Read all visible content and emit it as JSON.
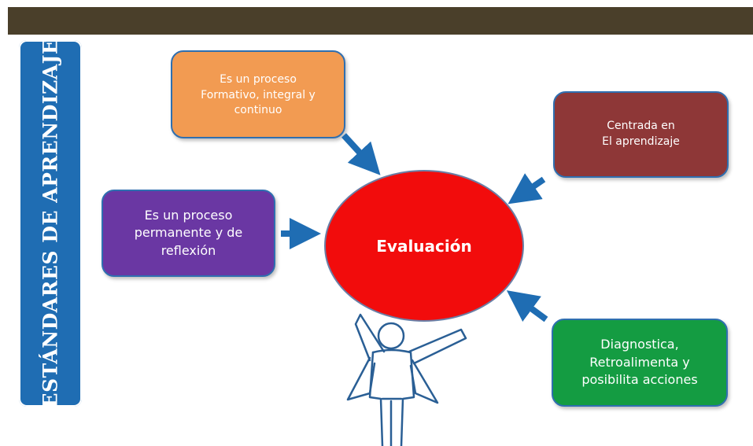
{
  "banner": {
    "title": "ESTÁNDARES DE APRENDIZAJE"
  },
  "center": {
    "label": "Evaluación"
  },
  "boxes": {
    "orange": {
      "text": "Es un proceso\nFormativo, integral   y\ncontinuo"
    },
    "red": {
      "text": "Centrada en\nEl aprendizaje"
    },
    "purple": {
      "text": "Es un proceso\npermanente y de\nreflexión"
    },
    "green": {
      "text": "Diagnostica,\nRetroalimenta y\nposibilita acciones"
    }
  },
  "colors": {
    "top_bar": "#4a3f2a",
    "banner": "#1f6db3",
    "orange": "#f29b52",
    "red_box": "#8e3737",
    "purple": "#6a37a3",
    "green": "#149c42",
    "circle": "#f20c0c",
    "arrow": "#1f6db3"
  }
}
